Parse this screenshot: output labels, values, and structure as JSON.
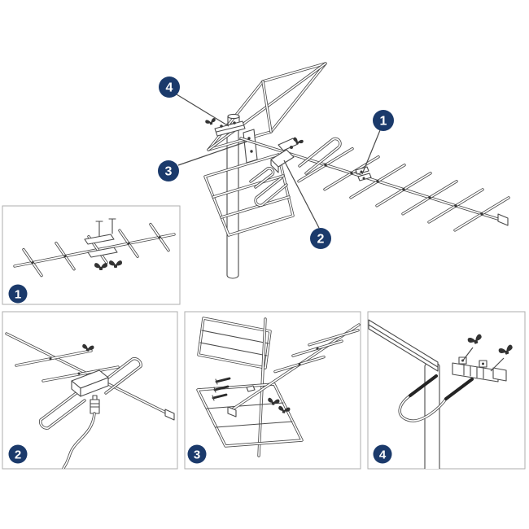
{
  "diagram": {
    "background_color": "#ffffff",
    "line_color": "#4a4a4a",
    "accent_color": "#1b3a6b",
    "callout_text_color": "#ffffff",
    "panel_border_color": "#aeaeae",
    "main_illustration": {
      "callouts": [
        {
          "label": "1"
        },
        {
          "label": "2"
        },
        {
          "label": "3"
        },
        {
          "label": "4"
        }
      ]
    },
    "detail_panels": [
      {
        "label": "1"
      },
      {
        "label": "2"
      },
      {
        "label": "3"
      },
      {
        "label": "4"
      }
    ]
  }
}
